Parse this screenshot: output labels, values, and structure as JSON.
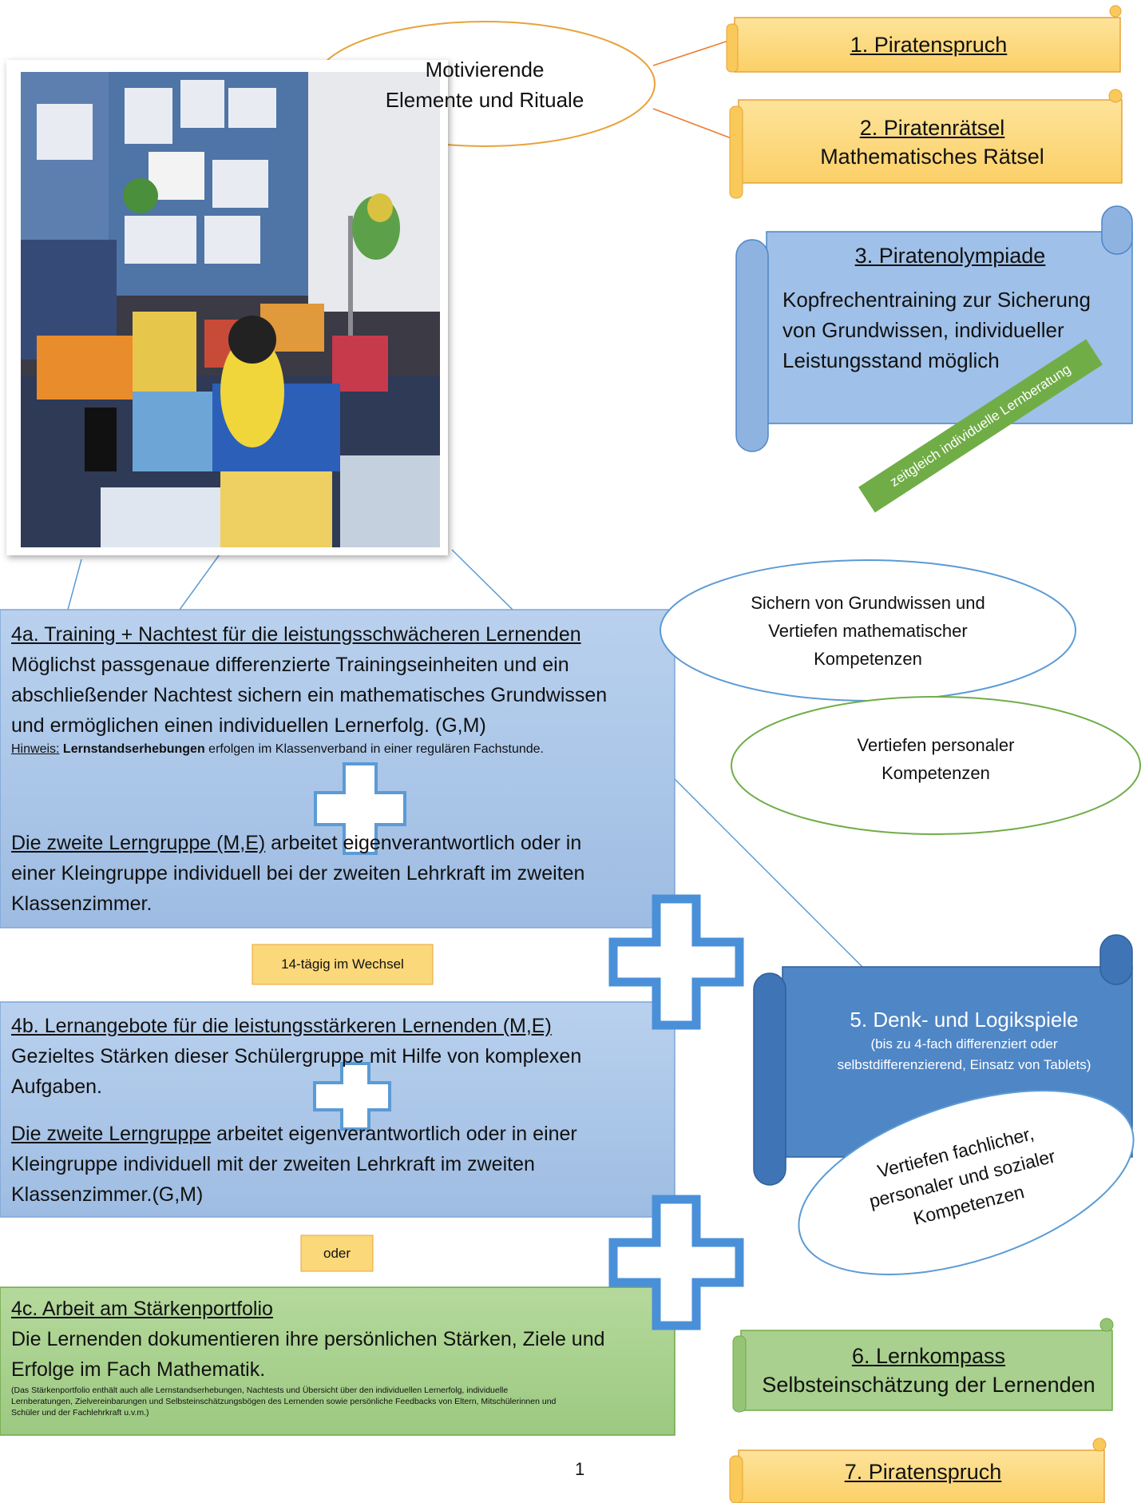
{
  "motivation_bubble": {
    "line1": "Motivierende",
    "line2": "Elemente und Rituale"
  },
  "scroll1": {
    "title": "1. Piratenspruch"
  },
  "scroll2": {
    "title": "2. Piratenrätsel",
    "subtitle": "Mathematisches Rätsel"
  },
  "scroll3": {
    "title": "3. Piratenolympiade",
    "line1": "Kopfrechentraining zur Sicherung",
    "line2": "von Grundwissen, individueller",
    "line3": "Leistungsstand möglich",
    "badge": "zeitgleich individuelle Lernberatung"
  },
  "box4a": {
    "title": "4a.  Training + Nachtest für die leistungsschwächeren Lernenden",
    "line1": "Möglichst passgenaue differenzierte Trainingseinheiten und ein",
    "line2": "abschließender Nachtest sichern ein mathematisches Grundwissen",
    "line3": "und ermöglichen einen individuellen Lernerfolg. (G,M)",
    "hint_label": "Hinweis:",
    "hint_bold": "Lernstandserhebungen",
    "hint_rest": " erfolgen im Klassenverband in einer regulären Fachstunde.",
    "group_label": "Die zweite Lerngruppe (M,E)",
    "group_rest1": " arbeitet eigenverantwortlich oder in",
    "group_line2": "einer Kleingruppe individuell bei der zweiten Lehrkraft im zweiten",
    "group_line3": "Klassenzimmer."
  },
  "tag_wechsel": "14-tägig im Wechsel",
  "box4b": {
    "title": "4b. Lernangebote für die leistungsstärkeren Lernenden (M,E)",
    "line1": "Gezieltes Stärken dieser Schülergruppe mit Hilfe von komplexen",
    "line2": "Aufgaben.",
    "group_label": "Die zweite Lerngruppe",
    "group_rest1": " arbeitet eigenverantwortlich oder in einer",
    "group_line2": "Kleingruppe individuell mit der zweiten Lehrkraft im zweiten",
    "group_line3": "Klassenzimmer.(G,M)"
  },
  "tag_oder": "oder",
  "box4c": {
    "title": "4c. Arbeit am Stärkenportfolio",
    "line1": "Die Lernenden dokumentieren ihre persönlichen Stärken, Ziele und",
    "line2": "Erfolge im Fach Mathematik.",
    "note1": "(Das Stärkenportfolio enthält auch alle Lernstandserhebungen, Nachtests und Übersicht über den individuellen Lernerfolg, individuelle",
    "note2": "Lernberatungen, Zielvereinbarungen und Selbsteinschätzungsbögen des Lernenden sowie persönliche Feedbacks von Eltern, Mitschülerinnen und",
    "note3": "Schüler und der Fachlehrkraft u.v.m.)"
  },
  "ellipse_grundwissen": {
    "line1": "Sichern von Grundwissen und",
    "line2": "Vertiefen mathematischer",
    "line3": "Kompetenzen"
  },
  "ellipse_personal": {
    "line1": "Vertiefen personaler",
    "line2": "Kompetenzen"
  },
  "scroll5": {
    "title": "5. Denk- und Logikspiele",
    "sub1": "(bis zu 4-fach differenziert oder",
    "sub2": "selbstdifferenzierend, Einsatz von Tablets)"
  },
  "ellipse_fachlich": {
    "line1": "Vertiefen fachlicher,",
    "line2": "personaler und sozialer",
    "line3": "Kompetenzen"
  },
  "scroll6": {
    "title": "6. Lernkompass",
    "subtitle": "Selbsteinschätzung der Lernenden"
  },
  "scroll7": {
    "title": "7. Piratenspruch"
  },
  "page_number": "1",
  "colors": {
    "scroll_yellow": "#fbd56f",
    "scroll_yellow_border": "#eaa532",
    "box_blue": "#a9c5e6",
    "scroll_blue_light": "#9fc0e8",
    "scroll_blue_dark": "#4f86c6",
    "green_box": "#a9d08e",
    "green_dark": "#70ad47",
    "ellipse_blue": "#5b9bd5",
    "arrow_orange": "#ed7d31"
  }
}
